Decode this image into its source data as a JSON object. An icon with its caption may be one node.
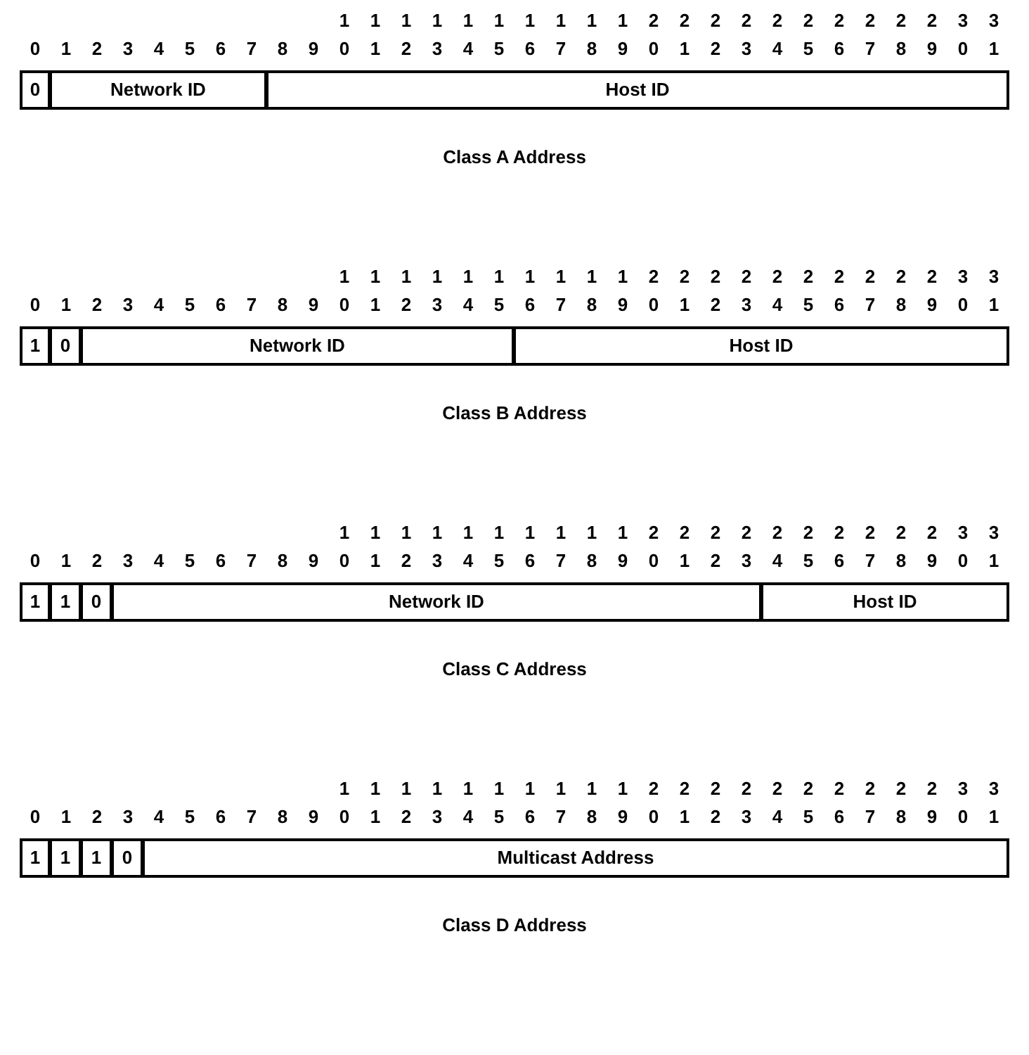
{
  "diagram": {
    "nodes": [
      {
        "text": [
          "0"
        ]
      },
      {
        "text": [
          "Network ID"
        ]
      },
      {
        "text": [
          "Host ID"
        ]
      },
      {
        "text": [
          "1"
        ]
      },
      {
        "text": [
          "0"
        ]
      },
      {
        "text": [
          "Network ID"
        ]
      },
      {
        "text": [
          "Host ID"
        ]
      },
      {
        "text": [
          "1"
        ]
      },
      {
        "text": [
          "1"
        ]
      },
      {
        "text": [
          "0"
        ]
      },
      {
        "text": [
          "Network ID"
        ]
      },
      {
        "text": [
          "Host ID"
        ]
      },
      {
        "text": [
          "1"
        ]
      },
      {
        "text": [
          "1"
        ]
      },
      {
        "text": [
          "1"
        ]
      },
      {
        "text": [
          "0"
        ]
      },
      {
        "text": [
          "Multicast Address"
        ]
      }
    ],
    "labels": [
      "1 1 1 1 1 1 1 1 1 1 2 2 2 2 2 2 2 2 2 2 3 3",
      "0 1 2 3 4 5 6 7 8 9 0 1 2 3 4 5 6 7 8 9 0 1 2 3 4 5 6 7 8 9 0 1",
      "Class A Address",
      "1 1 1 1 1 1 1 1 1 1 2 2 2 2 2 2 2 2 2 2 3 3",
      "0 1 2 3 4 5 6 7 8 9 0 1 2 3 4 5 6 7 8 9 0 1 2 3 4 5 6 7 8 9 0 1",
      "Class B Address",
      "1 1 1 1 1 1 1 1 1 1 2 2 2 2 2 2 2 2 2 2 3 3",
      "0 1 2 3 4 5 6 7 8 9 0 1 2 3 4 5 6 7 8 9 0 1 2 3 4 5 6 7 8 9 0 1",
      "Class C Address",
      "1 1 1 1 1 1 1 1 1 1 2 2 2 2 2 2 2 2 2 2 3 3",
      "0 1 2 3 4 5 6 7 8 9 0 1 2 3 4 5 6 7 8 9 0 1 2 3 4 5 6 7 8 9 0 1",
      "Class D Address"
    ]
  }
}
